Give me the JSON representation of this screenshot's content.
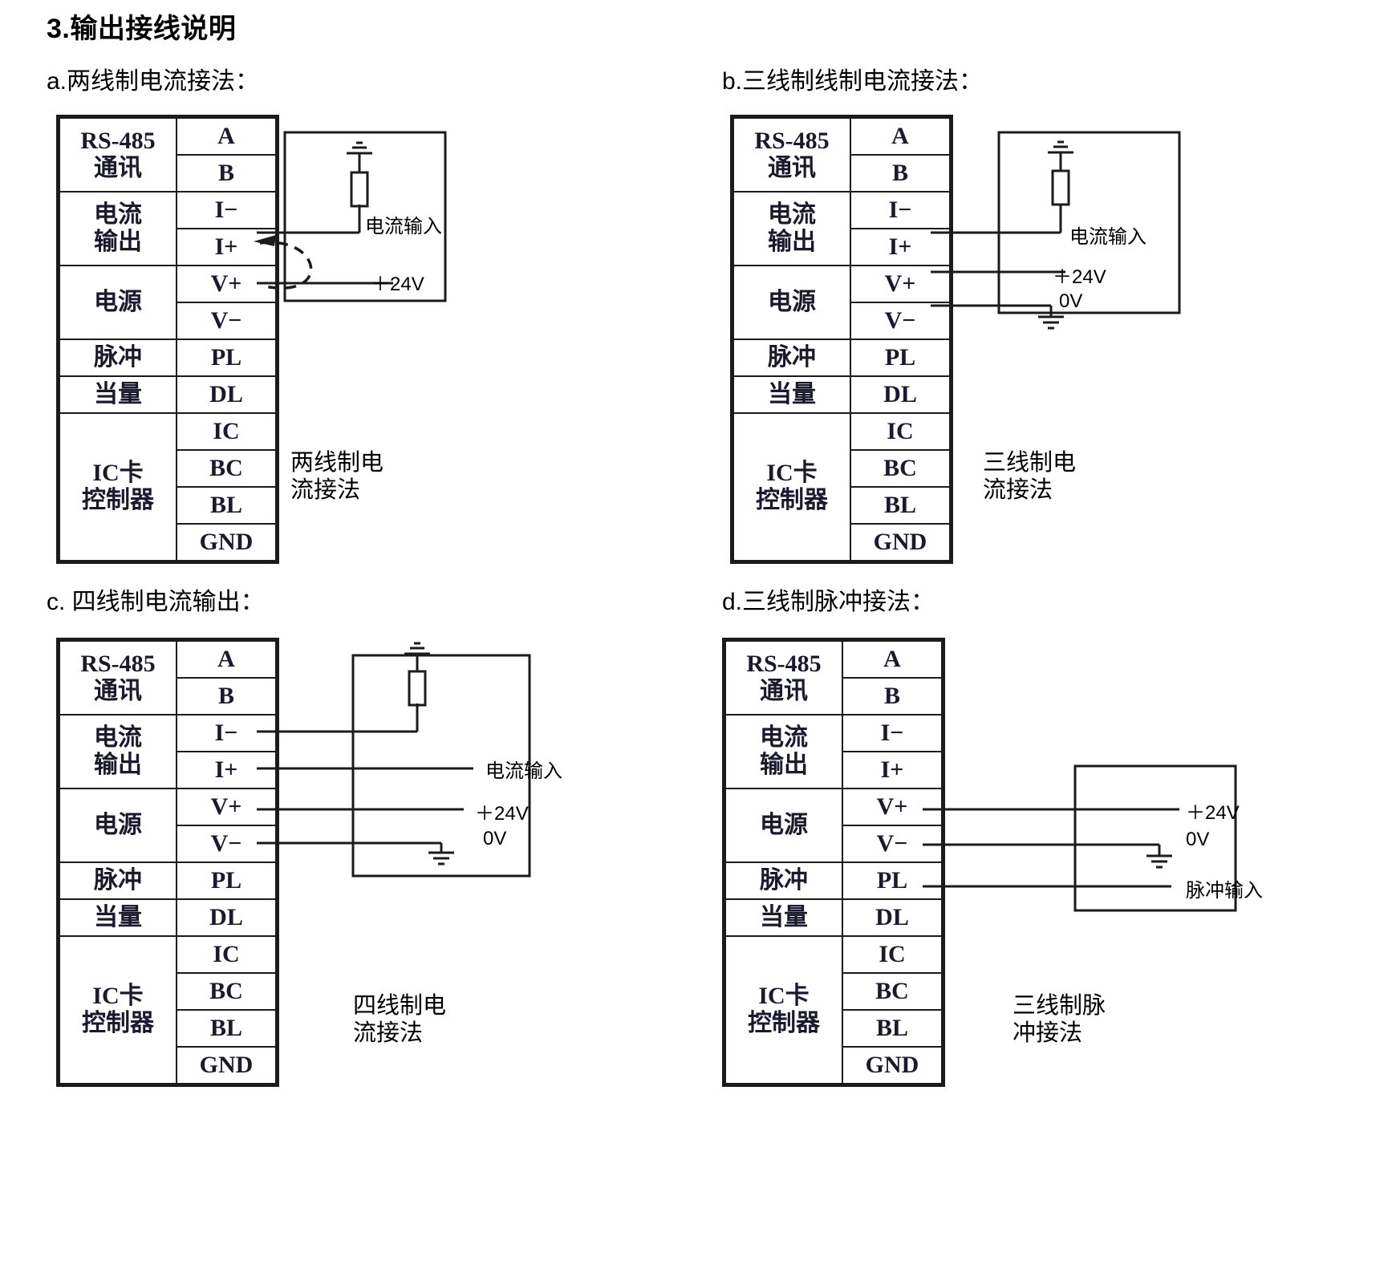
{
  "page": {
    "title": "3.输出接线说明"
  },
  "terminal_table": {
    "rows": [
      {
        "group": "RS-485\n通讯",
        "span": 2,
        "pins": [
          "A",
          "B"
        ]
      },
      {
        "group": "电流\n输出",
        "span": 2,
        "pins": [
          "I−",
          "I+"
        ]
      },
      {
        "group": "电源",
        "span": 2,
        "pins": [
          "V+",
          "V−"
        ]
      },
      {
        "group": "脉冲",
        "span": 1,
        "pins": [
          "PL"
        ]
      },
      {
        "group": "当量",
        "span": 1,
        "pins": [
          "DL"
        ]
      },
      {
        "group": "IC卡\n控制器",
        "span": 4,
        "pins": [
          "IC",
          "BC",
          "BL",
          "GND"
        ]
      }
    ],
    "pins_flat": [
      "A",
      "B",
      "I−",
      "I+",
      "V+",
      "V−",
      "PL",
      "DL",
      "IC",
      "BC",
      "BL",
      "GND"
    ]
  },
  "diagrams": [
    {
      "id": "a",
      "heading": "a.两线制电流接法：",
      "caption": "两线制电\n流接法",
      "wire_labels": [
        {
          "name": "current-input",
          "text": "电流输入"
        },
        {
          "name": "supply-24v",
          "text": "＋24V"
        }
      ],
      "connected_pins": [
        "I+",
        "V+"
      ],
      "has_loop_arrow": true,
      "has_resistor": true,
      "has_ground_top": true,
      "has_ground_0v": false
    },
    {
      "id": "b",
      "heading": "b.三线制线制电流接法：",
      "caption": "三线制电\n流接法",
      "wire_labels": [
        {
          "name": "current-input",
          "text": "电流输入"
        },
        {
          "name": "supply-24v",
          "text": "＋24V"
        },
        {
          "name": "ground-0v",
          "text": "0V"
        }
      ],
      "connected_pins": [
        "I+",
        "V+",
        "V−"
      ],
      "has_loop_arrow": false,
      "has_resistor": true,
      "has_ground_top": true,
      "has_ground_0v": true
    },
    {
      "id": "c",
      "heading": "c. 四线制电流输出：",
      "caption": "四线制电\n流接法",
      "wire_labels": [
        {
          "name": "current-input",
          "text": "电流输入"
        },
        {
          "name": "supply-24v",
          "text": "＋24V"
        },
        {
          "name": "ground-0v",
          "text": "0V"
        }
      ],
      "connected_pins": [
        "I−",
        "I+",
        "V+",
        "V−"
      ],
      "has_loop_arrow": false,
      "has_resistor": true,
      "has_ground_top": true,
      "has_ground_0v": true
    },
    {
      "id": "d",
      "heading": "d.三线制脉冲接法：",
      "caption": "三线制脉\n冲接法",
      "wire_labels": [
        {
          "name": "supply-24v",
          "text": "＋24V"
        },
        {
          "name": "ground-0v",
          "text": "0V"
        },
        {
          "name": "pulse-input",
          "text": "脉冲输入"
        }
      ],
      "connected_pins": [
        "V+",
        "V−",
        "PL"
      ],
      "has_loop_arrow": false,
      "has_resistor": false,
      "has_ground_top": false,
      "has_ground_0v": true
    }
  ],
  "colors": {
    "line": "#1b1b1b",
    "text": "#000000",
    "pin_text": "#1a1a2e"
  }
}
